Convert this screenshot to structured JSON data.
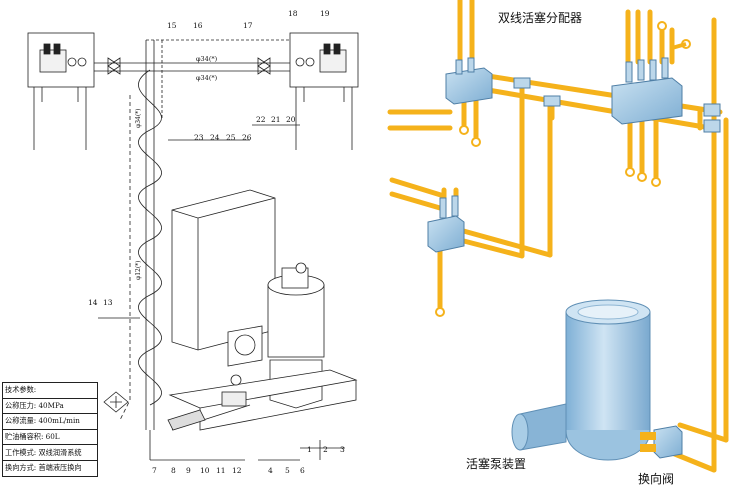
{
  "left_drawing": {
    "callouts_top": [
      "15",
      "16",
      "17",
      "18",
      "19"
    ],
    "callouts_mid_left": [
      "23",
      "24",
      "25",
      "26"
    ],
    "callouts_mid_right": [
      "22",
      "21",
      "20"
    ],
    "callouts_left": [
      "14",
      "13"
    ],
    "callouts_bottom_left": [
      "7",
      "8",
      "9",
      "10",
      "11",
      "12"
    ],
    "callouts_bottom_right": [
      "4",
      "5",
      "6"
    ],
    "callouts_right": [
      "1",
      "2",
      "3"
    ],
    "pipe_labels": [
      "φ34(*)",
      "φ34(*)",
      "φ34(*)",
      "φ12(*)"
    ],
    "spec_table": {
      "rows": [
        "技术参数:",
        "公称压力: 40MPa",
        "公称流量: 400mL/min",
        "贮油桶容积: 60L",
        "工作模式: 双线润滑系统",
        "换向方式: 首端液压换向"
      ]
    }
  },
  "right_diagram": {
    "label_distributor": "双线活塞分配器",
    "label_pump": "活塞泵装置",
    "label_valve": "换向阀"
  },
  "colors": {
    "pipe_yellow": "#f5b21b",
    "block_blue": "#9fc7e3",
    "tank_blue": "#a9cde6",
    "line_dark": "#222222"
  }
}
